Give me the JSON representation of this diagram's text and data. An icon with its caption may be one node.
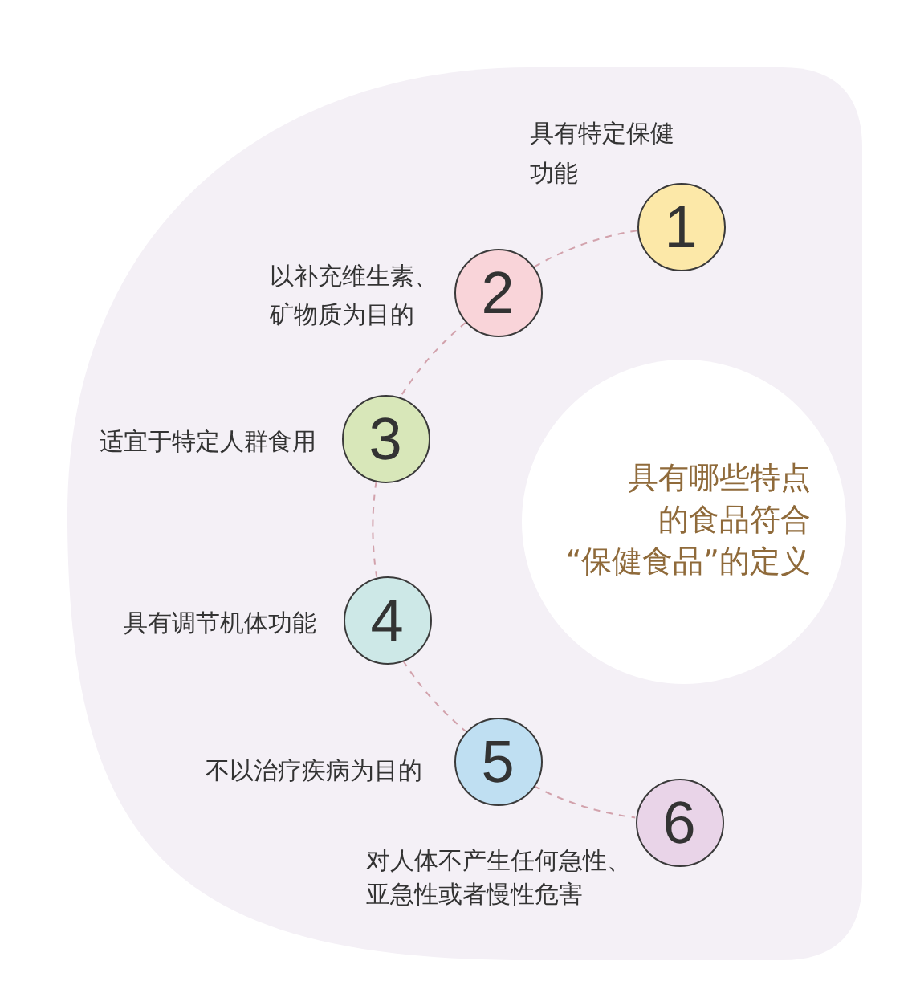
{
  "diagram": {
    "nodes": [
      {
        "text": [
          "1"
        ],
        "beside": [
          "具有特定保健功能"
        ]
      },
      {
        "text": [
          "2"
        ],
        "beside": [
          "以补充维生素、矿物质为目的"
        ]
      },
      {
        "text": [
          "3"
        ],
        "beside": [
          "适宜于特定人群食用"
        ]
      },
      {
        "text": [
          "4"
        ],
        "beside": [
          "具有调节机体功能"
        ]
      },
      {
        "text": [
          "5"
        ],
        "beside": [
          "不以治疗疾病为目的"
        ]
      },
      {
        "text": [
          "6"
        ],
        "beside": [
          "对人体不产生任何急性、亚急性或者慢性危害"
        ]
      },
      {
        "text": [
          "具有哪些特点的食品符合“保健食品”的定义"
        ]
      }
    ],
    "edges": [
      {
        "from": 0,
        "to": 1,
        "arrow": "none",
        "style": "dashed"
      },
      {
        "from": 1,
        "to": 2,
        "arrow": "none",
        "style": "dashed"
      },
      {
        "from": 2,
        "to": 3,
        "arrow": "none",
        "style": "dashed"
      },
      {
        "from": 3,
        "to": 4,
        "arrow": "none",
        "style": "dashed"
      },
      {
        "from": 4,
        "to": 5,
        "arrow": "none",
        "style": "dashed"
      }
    ]
  }
}
